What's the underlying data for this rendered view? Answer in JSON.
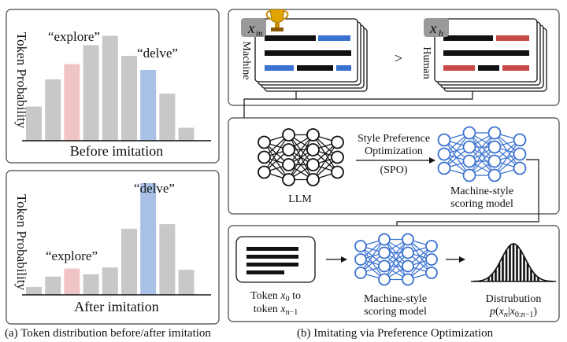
{
  "left": {
    "top_panel": {
      "ylabel": "Token Probability",
      "xlabel": "Before imitation",
      "labels": {
        "explore": "“explore”",
        "delve": "“delve”"
      }
    },
    "bottom_panel": {
      "ylabel": "Token Probability",
      "xlabel": "After imitation",
      "labels": {
        "explore": "“explore”",
        "delve": "“delve”"
      }
    },
    "caption": "(a) Token distribution before/after imitation"
  },
  "right": {
    "top": {
      "machine_label": "Machine",
      "human_label": "Human",
      "xm": "x",
      "xm_sub": "m",
      "xh": "x",
      "xh_sub": "h",
      "gt": ">"
    },
    "middle": {
      "llm_label": "LLM",
      "spo_line1": "Style Preference",
      "spo_line2": "Optimization",
      "spo_line3": "(SPO)",
      "model_line1": "Machine-style",
      "model_line2": "scoring model"
    },
    "bottom": {
      "token_line1_pre": "Token ",
      "token_line1_var": "x",
      "token_line1_sub": "0",
      "token_line1_post": " to",
      "token_line2_pre": "token ",
      "token_line2_var": "x",
      "token_line2_sub": "n−1",
      "model_line1": "Machine-style",
      "model_line2": "scoring model",
      "dist_line1": "Distrubution",
      "dist_formula": "p(x_n | x_{0:n−1})"
    },
    "caption": "(b) Imitating via Preference Optimization"
  },
  "colors": {
    "gray_bar": "#c8c8c8",
    "explore": "#f0c4c4",
    "delve": "#a9c1e6",
    "explore_text": "#c0392b",
    "delve_text": "#2a5db0",
    "machine_blue": "#3a72d0",
    "human_red": "#c84a48",
    "network_blue": "#3a72d0"
  },
  "chart_data": [
    {
      "type": "bar",
      "categories": [
        "",
        "",
        "explore",
        "",
        "",
        "",
        "delve",
        "",
        ""
      ],
      "values": [
        0.29,
        0.52,
        0.65,
        0.81,
        0.89,
        0.72,
        0.6,
        0.4,
        0.11
      ],
      "highlight": {
        "explore": 2,
        "delve": 6
      },
      "xlabel": "Before imitation",
      "ylabel": "Token Probability",
      "ylim": [
        0,
        1
      ],
      "grid": false
    },
    {
      "type": "bar",
      "categories": [
        "",
        "",
        "explore",
        "",
        "",
        "",
        "delve",
        "",
        ""
      ],
      "values": [
        0.07,
        0.16,
        0.23,
        0.18,
        0.24,
        0.58,
        0.98,
        0.62,
        0.22
      ],
      "highlight": {
        "explore": 2,
        "delve": 6
      },
      "xlabel": "After imitation",
      "ylabel": "Token Probability",
      "ylim": [
        0,
        1
      ],
      "grid": false
    }
  ]
}
